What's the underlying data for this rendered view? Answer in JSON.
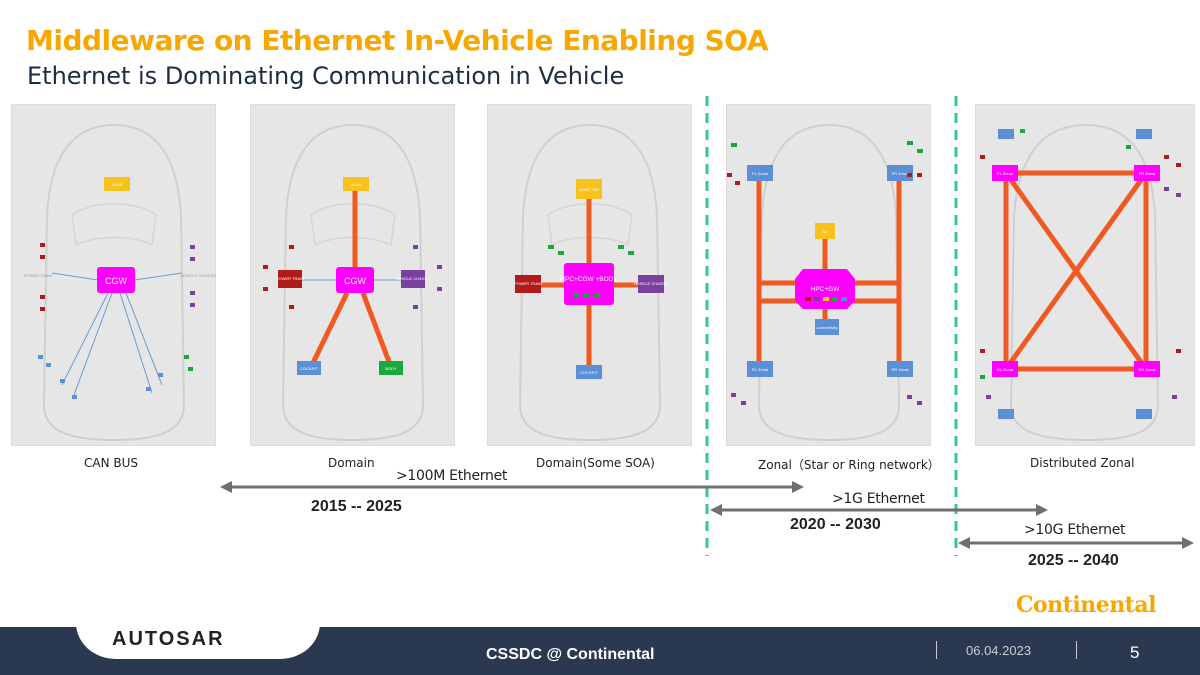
{
  "slide": {
    "title": "Middleware on Ethernet In-Vehicle Enabling SOA",
    "subtitle": "Ethernet is Dominating Communication in Vehicle",
    "page_number": "5",
    "date": "06.04.2023",
    "footer_center": "CSSDC @ Continental",
    "brand_left": "AUTOSAR",
    "brand_right": "Continental"
  },
  "panels": [
    {
      "label": "CAN BUS",
      "center": "CGW",
      "nodes": [
        "ADAS",
        "POWER TRAIN",
        "VEHICLE CHASSIS"
      ]
    },
    {
      "label": "Domain",
      "center": "CGW",
      "nodes": [
        "ADAS",
        "POWER TRAIN",
        "VEHICLE CHASSIS",
        "COCKPIT",
        "BODY"
      ]
    },
    {
      "label": "Domain(Some SOA)",
      "center": "HPC+CGW +BODY",
      "nodes": [
        "ADAS +AD",
        "POWER TRAIN",
        "VEHICLE CHASSIS",
        "COCKPIT"
      ]
    },
    {
      "label": "Zonal（Star or Ring network）",
      "center": "HPC+GW",
      "nodes": [
        "FL Zonal",
        "FR Zonal",
        "RL Zonal",
        "RR Zonal",
        "AD",
        "connectivity"
      ]
    },
    {
      "label": "Distributed  Zonal",
      "nodes": [
        "FL Zonal",
        "FR Zonal",
        "RL Zonal",
        "RR Zonal"
      ]
    }
  ],
  "timeline": [
    {
      "ethernet": ">100M Ethernet",
      "years": "2015 -- 2025"
    },
    {
      "ethernet": ">1G Ethernet",
      "years": "2020 -- 2030"
    },
    {
      "ethernet": ">10G Ethernet",
      "years": "2025 -- 2040"
    }
  ],
  "colors": {
    "title": "#f6a800",
    "footer_bg": "#2b3950",
    "ethernet_link": "#f05a22",
    "gateway": "#ff00ff",
    "divider": "#2ecc8a",
    "arrow": "#6f6f6f"
  }
}
